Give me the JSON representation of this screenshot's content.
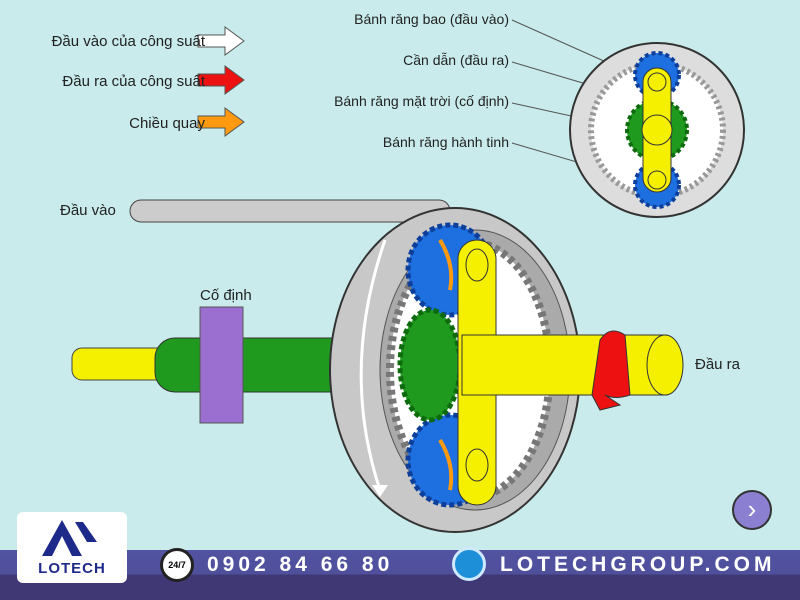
{
  "legend": {
    "input_power": "Đầu vào của công suất",
    "output_power": "Đầu ra của công suất",
    "rotation": "Chiều quay"
  },
  "callouts": {
    "ring_gear": "Bánh răng bao (đầu vào)",
    "carrier": "Cần dẫn (đầu ra)",
    "sun_gear": "Bánh răng mặt trời (cố định)",
    "planet_gear": "Bánh răng hành tinh"
  },
  "main": {
    "input_label": "Đầu vào",
    "fixed_label": "Cố định",
    "output_label": "Đầu ra"
  },
  "nav": {
    "next_glyph": "›"
  },
  "footer": {
    "logo": "LOTECH",
    "hotline_badge": "24/7",
    "phone": "0902 84 66 80",
    "website": "LOTECHGROUP.COM"
  },
  "colors": {
    "input_arrow": "#ffffff",
    "output_arrow": "#ee1111",
    "rotation_arrow": "#ff9a10",
    "ring": "#c8c8c8",
    "sun": "#1f9a1f",
    "planet": "#1e6fe0",
    "carrier": "#f5f000",
    "fixed": "#9b6fd0"
  }
}
